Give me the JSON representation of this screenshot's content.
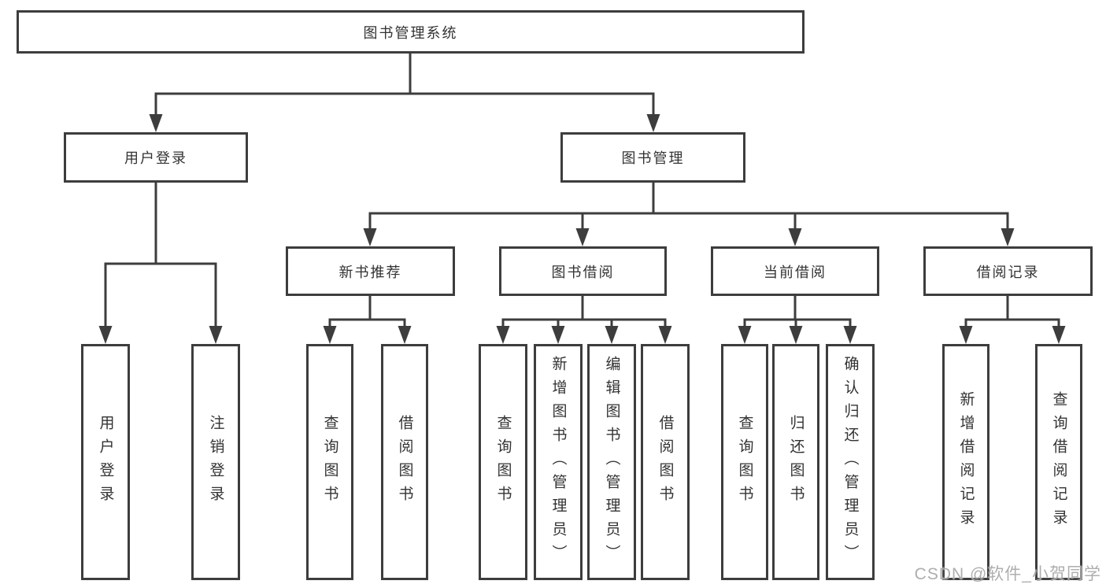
{
  "diagram": {
    "root": "图书管理系统",
    "user_login": {
      "label": "用户登录",
      "children": [
        "用户登录",
        "注销登录"
      ]
    },
    "book_mgmt": {
      "label": "图书管理",
      "sections": [
        {
          "label": "新书推荐",
          "children": [
            "查询图书",
            "借阅图书"
          ]
        },
        {
          "label": "图书借阅",
          "children": [
            "查询图书",
            "新增图书（管理员）",
            "编辑图书（管理员）",
            "借阅图书"
          ]
        },
        {
          "label": "当前借阅",
          "children": [
            "查询图书",
            "归还图书",
            "确认归还（管理员）"
          ]
        },
        {
          "label": "借阅记录",
          "children": [
            "新增借阅记录",
            "查询借阅记录"
          ]
        }
      ]
    },
    "colors": {
      "line": "#3d3d3d",
      "text": "#333333",
      "watermark": "#a5a5a5"
    },
    "watermark": "CSDN @软件_小贺同学"
  }
}
